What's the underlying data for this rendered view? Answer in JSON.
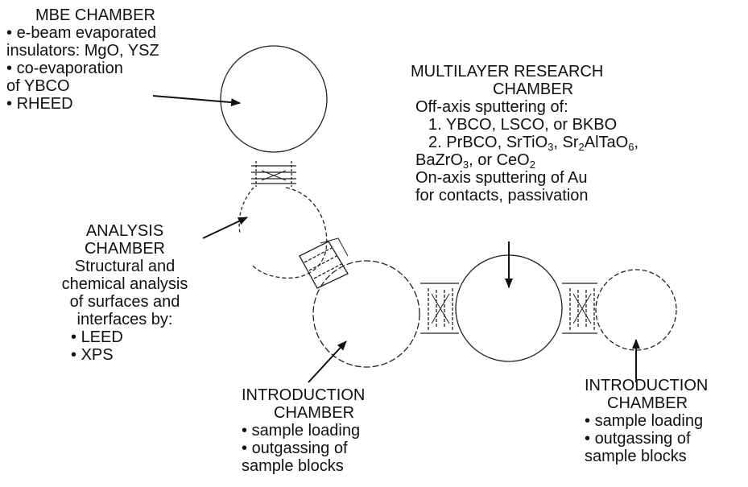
{
  "mbe": {
    "title": "MBE CHAMBER",
    "lines": [
      "e-beam evaporated",
      "insulators: MgO, YSZ",
      "co-evaporation",
      "of YBCO",
      "RHEED"
    ]
  },
  "multilayer": {
    "title1": "MULTILAYER RESEARCH",
    "title2": "CHAMBER",
    "line1": "Off-axis sputtering of:",
    "line2": "1. YBCO, LSCO, or BKBO",
    "line3_a": "2. PrBCO, SrTiO",
    "line3_b": ", Sr",
    "line3_c": "AlTaO",
    "line3_d": ",",
    "sub3": "3",
    "sub2": "2",
    "sub6": "6",
    "line4_a": "BaZrO",
    "line4_b": ", or CeO",
    "line5": "On-axis sputtering of Au",
    "line6": "for contacts, passivation"
  },
  "analysis": {
    "title1": "ANALYSIS",
    "title2": "CHAMBER",
    "lines": [
      "Structural and",
      "chemical analysis",
      "of surfaces and",
      "interfaces by:"
    ],
    "bullets": [
      "LEED",
      "XPS"
    ]
  },
  "intro_left": {
    "title1": "INTRODUCTION",
    "title2": "CHAMBER",
    "bullets": [
      "sample loading",
      "outgassing of"
    ],
    "tail": "sample blocks"
  },
  "intro_right": {
    "title1": "INTRODUCTION",
    "title2": "CHAMBER",
    "bullets": [
      "sample loading",
      "outgassing of"
    ],
    "tail": "sample blocks"
  }
}
